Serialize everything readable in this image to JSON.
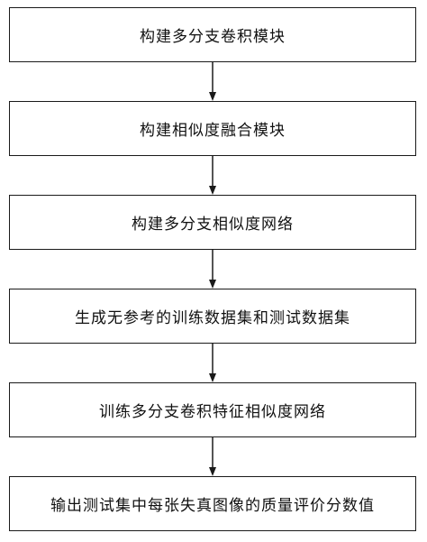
{
  "flowchart": {
    "steps": [
      {
        "label": "构建多分支卷积模块"
      },
      {
        "label": "构建相似度融合模块"
      },
      {
        "label": "构建多分支相似度网络"
      },
      {
        "label": "生成无参考的训练数据集和测试数据集"
      },
      {
        "label": "训练多分支卷积特征相似度网络"
      },
      {
        "label": "输出测试集中每张失真图像的质量评价分数值"
      }
    ],
    "colors": {
      "border": "#1a1a1a",
      "arrow": "#1a1a1a",
      "text": "#111111",
      "background": "#ffffff"
    }
  }
}
